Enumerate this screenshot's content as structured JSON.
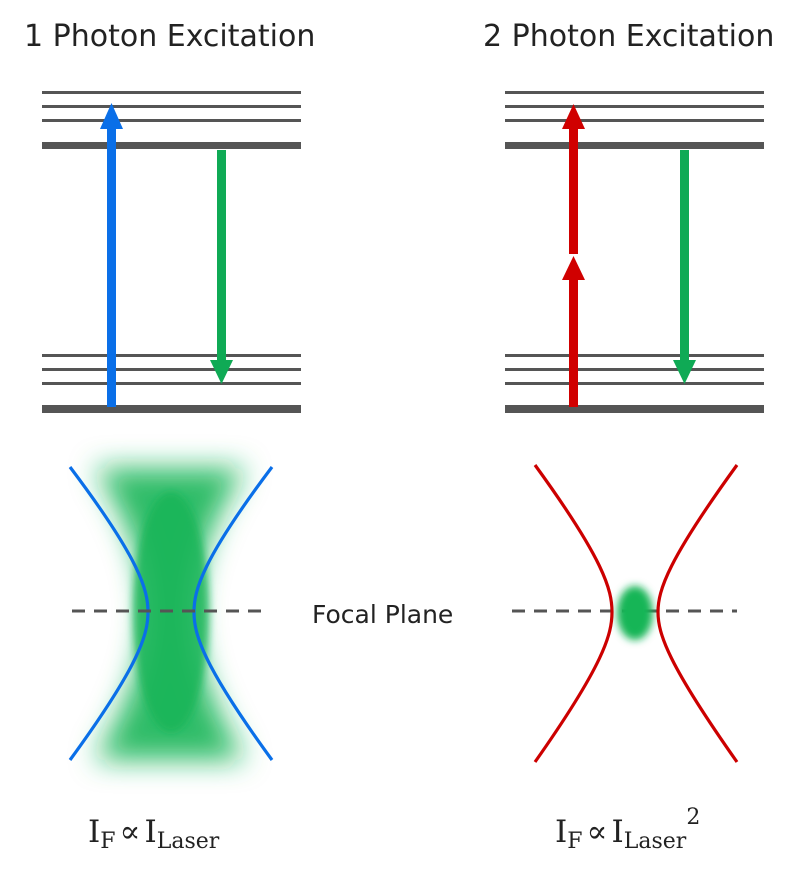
{
  "titles": {
    "left": "1 Photon Excitation",
    "right": "2 Photon Excitation"
  },
  "focal_plane_label": "Focal Plane",
  "formulas": {
    "left": {
      "lhs": "I",
      "lhs_sub": "F",
      "relation": "∝",
      "rhs": "I",
      "rhs_sub": "Laser",
      "rhs_sup": ""
    },
    "right": {
      "lhs": "I",
      "lhs_sub": "F",
      "relation": "∝",
      "rhs": "I",
      "rhs_sub": "Laser",
      "rhs_sup": "2"
    }
  },
  "colors": {
    "level": "#555555",
    "one_photon_excitation": "#0a6fe8",
    "two_photon_excitation": "#d00000",
    "emission": "#0faa55",
    "focal_line": "#555555",
    "fluorescence": "#17b557"
  }
}
